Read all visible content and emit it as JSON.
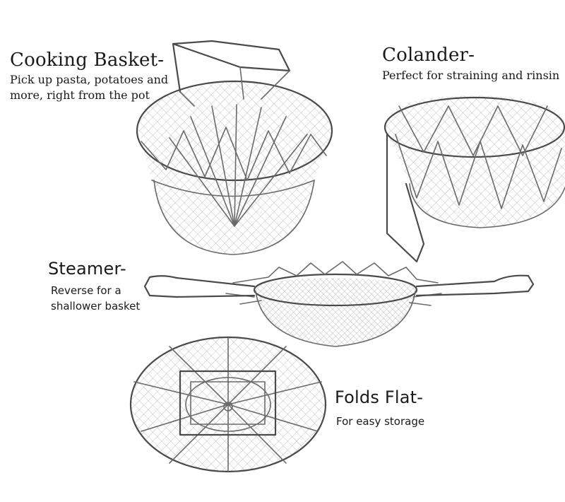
{
  "sections": {
    "cooking_basket": {
      "title": "Cooking Basket-",
      "description_line1": "Pick up pasta, potatoes and",
      "description_line2": "more, right from the pot"
    },
    "colander": {
      "title": "Colander-",
      "description": "Perfect for straining and rinsin"
    },
    "steamer": {
      "title": "Steamer-",
      "description_line1": "Reverse for a",
      "description_line2": "shallower basket"
    },
    "folds_flat": {
      "title": "Folds Flat-",
      "description": "For easy storage"
    }
  },
  "colors": {
    "wire": "#6a6a6a",
    "mesh": "#9a9a9a",
    "background": "#ffffff"
  }
}
